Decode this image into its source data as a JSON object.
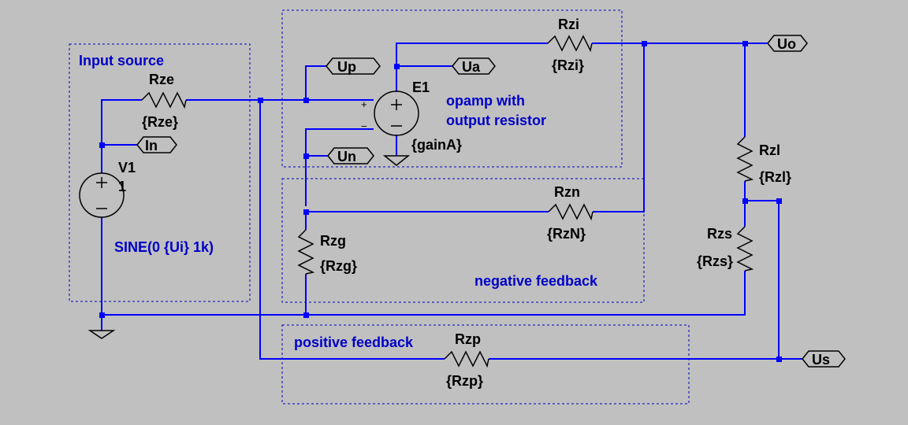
{
  "schematic": {
    "annotations": {
      "input_source": "Input source",
      "opamp_line1": "opamp with",
      "opamp_line2": "output resistor",
      "negative_feedback": "negative feedback",
      "positive_feedback": "positive feedback",
      "sine_source": "SINE(0 {Ui} 1k)"
    },
    "components": {
      "rze": {
        "name": "Rze",
        "value": "{Rze}"
      },
      "rzi": {
        "name": "Rzi",
        "value": "{Rzi}"
      },
      "rzn": {
        "name": "Rzn",
        "value": "{RzN}"
      },
      "rzg": {
        "name": "Rzg",
        "value": "{Rzg}"
      },
      "rzl": {
        "name": "Rzl",
        "value": "{Rzl}"
      },
      "rzs": {
        "name": "Rzs",
        "value": "{Rzs}"
      },
      "rzp": {
        "name": "Rzp",
        "value": "{Rzp}"
      },
      "e1": {
        "name": "E1",
        "value": "{gainA}",
        "plus": "+",
        "minus": "−"
      },
      "v1": {
        "name": "V1",
        "value": "1"
      }
    },
    "net_labels": {
      "in": "In",
      "up": "Up",
      "ua": "Ua",
      "un": "Un",
      "uo": "Uo",
      "us": "Us"
    },
    "colors": {
      "background": "#c0c0c0",
      "wire": "#0000ff",
      "annotation": "#0000c8",
      "component": "#000000"
    }
  }
}
